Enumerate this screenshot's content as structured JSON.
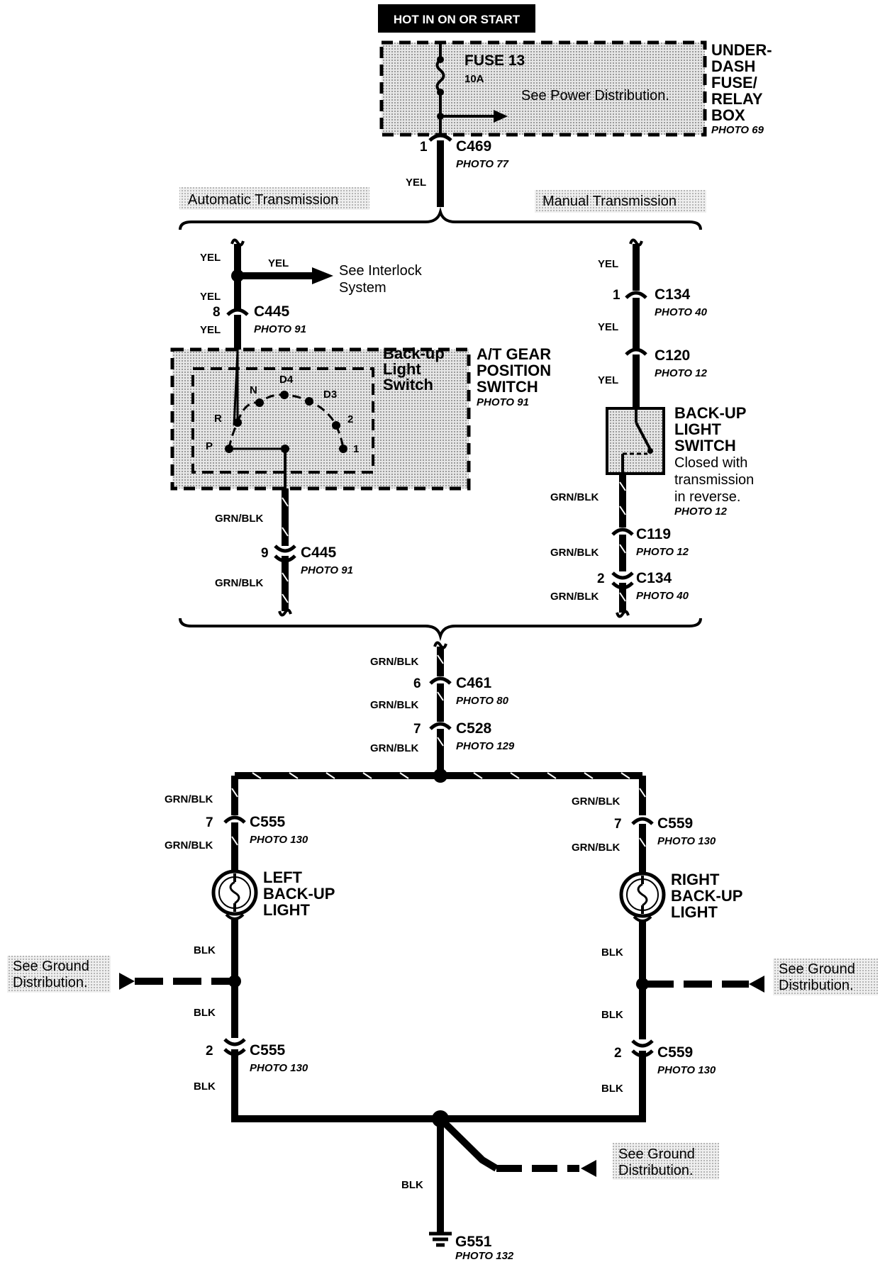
{
  "header": {
    "title": "HOT IN ON OR START"
  },
  "fuse_box": {
    "title": [
      "UNDER-",
      "DASH",
      "FUSE/",
      "RELAY",
      "BOX"
    ],
    "photo": "PHOTO 69",
    "fuse_name": "FUSE 13",
    "fuse_rating": "10A",
    "note": "See Power Distribution."
  },
  "c469": {
    "pin": "1",
    "name": "C469",
    "photo": "PHOTO 77"
  },
  "wire_colors": {
    "yel": "YEL",
    "grn_blk": "GRN/BLK",
    "blk": "BLK"
  },
  "sections": {
    "automatic": "Automatic Transmission",
    "manual": "Manual Transmission"
  },
  "automatic": {
    "interlock": [
      "See Interlock",
      "System"
    ],
    "c445_top": {
      "pin": "8",
      "name": "C445",
      "photo": "PHOTO 91"
    },
    "gear_switch": {
      "title": [
        "A/T GEAR",
        "POSITION",
        "SWITCH"
      ],
      "photo": "PHOTO 91"
    },
    "inner_switch": [
      "Back-up",
      "Light",
      "Switch"
    ],
    "positions": [
      "R",
      "N",
      "D4",
      "D3",
      "2",
      "1",
      "P"
    ],
    "c445_bottom": {
      "pin": "9",
      "name": "C445",
      "photo": "PHOTO 91"
    }
  },
  "manual": {
    "c134_top": {
      "pin": "1",
      "name": "C134",
      "photo": "PHOTO 40"
    },
    "c120": {
      "name": "C120",
      "photo": "PHOTO 12"
    },
    "switch": {
      "title": [
        "BACK-UP",
        "LIGHT",
        "SWITCH"
      ],
      "desc": [
        "Closed with",
        "transmission",
        "in reverse."
      ],
      "photo": "PHOTO 12"
    },
    "c119": {
      "name": "C119",
      "photo": "PHOTO 12"
    },
    "c134_bottom": {
      "pin": "2",
      "name": "C134",
      "photo": "PHOTO 40"
    }
  },
  "c461": {
    "pin": "6",
    "name": "C461",
    "photo": "PHOTO 80"
  },
  "c528": {
    "pin": "7",
    "name": "C528",
    "photo": "PHOTO 129"
  },
  "left": {
    "c555_top": {
      "pin": "7",
      "name": "C555",
      "photo": "PHOTO 130"
    },
    "light": [
      "LEFT",
      "BACK-UP",
      "LIGHT"
    ],
    "ground_ref": [
      "See Ground",
      "Distribution."
    ],
    "c555_bottom": {
      "pin": "2",
      "name": "C555",
      "photo": "PHOTO 130"
    }
  },
  "right": {
    "c559_top": {
      "pin": "7",
      "name": "C559",
      "photo": "PHOTO 130"
    },
    "light": [
      "RIGHT",
      "BACK-UP",
      "LIGHT"
    ],
    "ground_ref": [
      "See Ground",
      "Distribution."
    ],
    "c559_bottom": {
      "pin": "2",
      "name": "C559",
      "photo": "PHOTO 130"
    }
  },
  "ground": {
    "ground_ref": [
      "See Ground",
      "Distribution."
    ],
    "name": "G551",
    "photo": "PHOTO 132"
  }
}
